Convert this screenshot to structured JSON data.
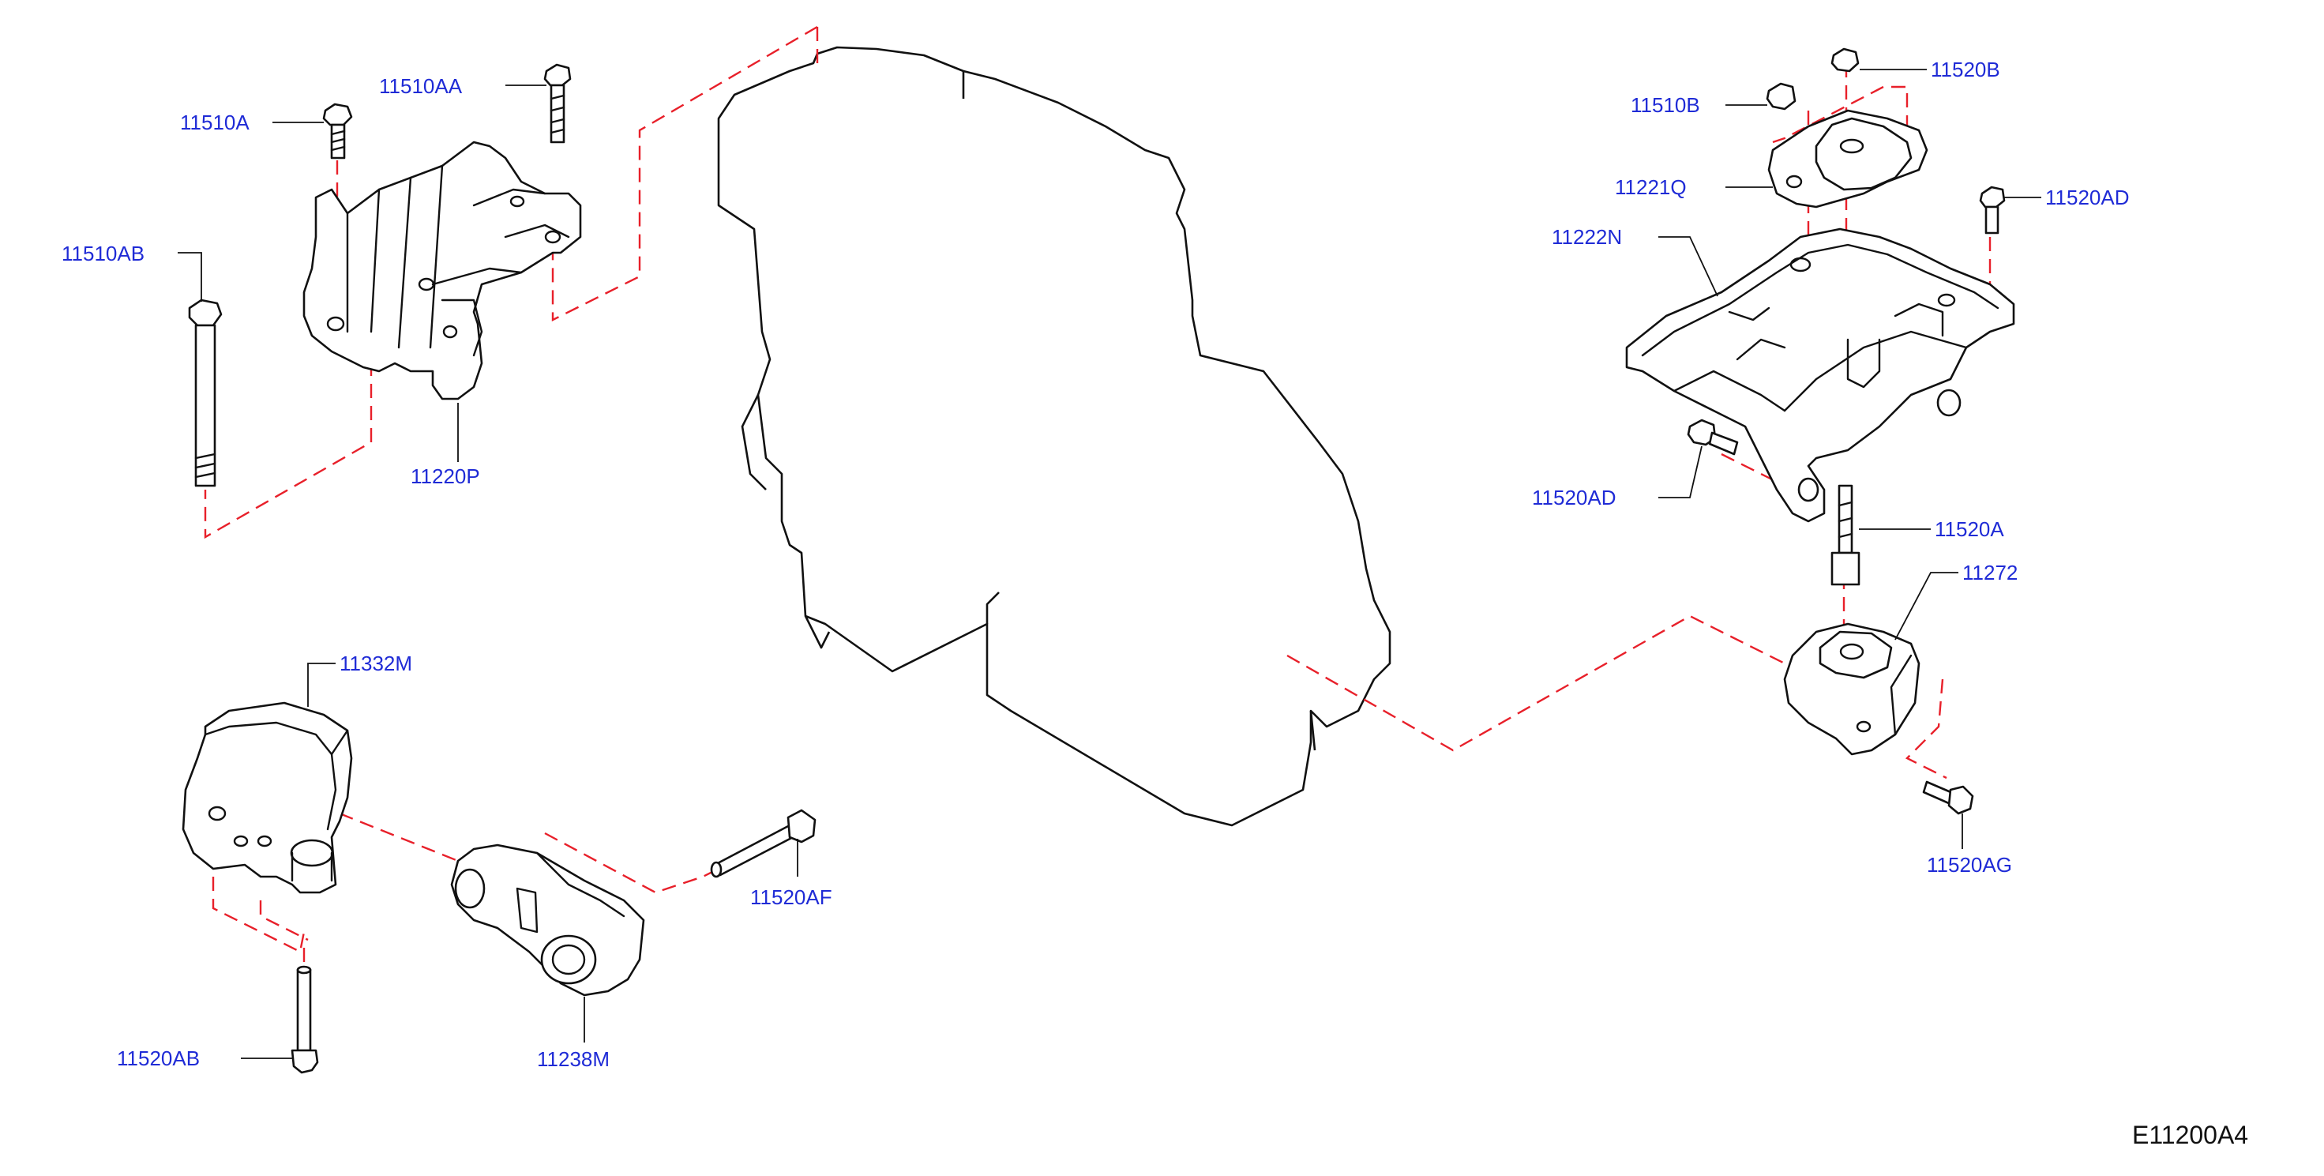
{
  "diagram_code": "E11200A4",
  "colors": {
    "callout": "#1f2bd6",
    "centerline": "#e8202a",
    "linework": "#111111"
  },
  "parts": [
    {
      "id": "p-11510A",
      "number": "11510A"
    },
    {
      "id": "p-11510AA",
      "number": "11510AA"
    },
    {
      "id": "p-11510AB",
      "number": "11510AB"
    },
    {
      "id": "p-11220P",
      "number": "11220P"
    },
    {
      "id": "p-11332M",
      "number": "11332M"
    },
    {
      "id": "p-11520AF",
      "number": "11520AF"
    },
    {
      "id": "p-11238M",
      "number": "11238M"
    },
    {
      "id": "p-11520AB",
      "number": "11520AB"
    },
    {
      "id": "p-11520B",
      "number": "11520B"
    },
    {
      "id": "p-11510B",
      "number": "11510B"
    },
    {
      "id": "p-11221Q",
      "number": "11221Q"
    },
    {
      "id": "p-11520AD-top",
      "number": "11520AD"
    },
    {
      "id": "p-11222N",
      "number": "11222N"
    },
    {
      "id": "p-11520AD-bot",
      "number": "11520AD"
    },
    {
      "id": "p-11520A",
      "number": "11520A"
    },
    {
      "id": "p-11272",
      "number": "11272"
    },
    {
      "id": "p-11520AG",
      "number": "11520AG"
    }
  ]
}
